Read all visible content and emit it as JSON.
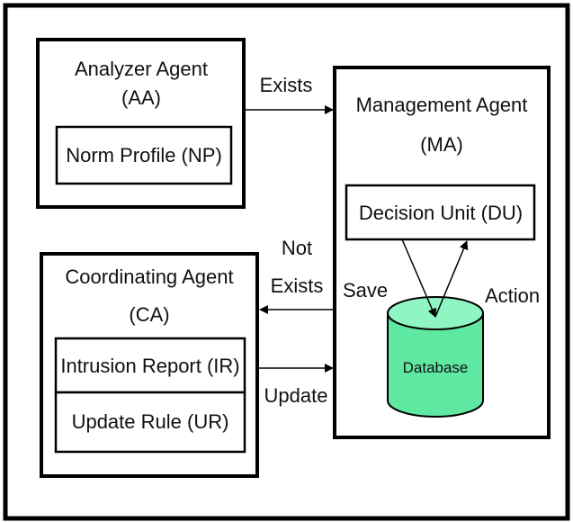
{
  "analyzer_agent": {
    "title_line1": "Analyzer Agent",
    "title_line2": "(AA)",
    "inner": "Norm Profile (NP)"
  },
  "management_agent": {
    "title_line1": "Management Agent",
    "title_line2": "(MA)",
    "decision_unit": "Decision Unit (DU)",
    "database": "Database"
  },
  "coordinating_agent": {
    "title_line1": "Coordinating Agent",
    "title_line2": "(CA)",
    "inner1": "Intrusion Report (IR)",
    "inner2": "Update Rule (UR)"
  },
  "edges": {
    "exists": "Exists",
    "not_exists_line1": "Not",
    "not_exists_line2": "Exists",
    "update": "Update",
    "save": "Save",
    "action": "Action"
  },
  "colors": {
    "database_fill": "#5fe8a2",
    "database_top": "#8ff5c2",
    "stroke": "#000000"
  }
}
